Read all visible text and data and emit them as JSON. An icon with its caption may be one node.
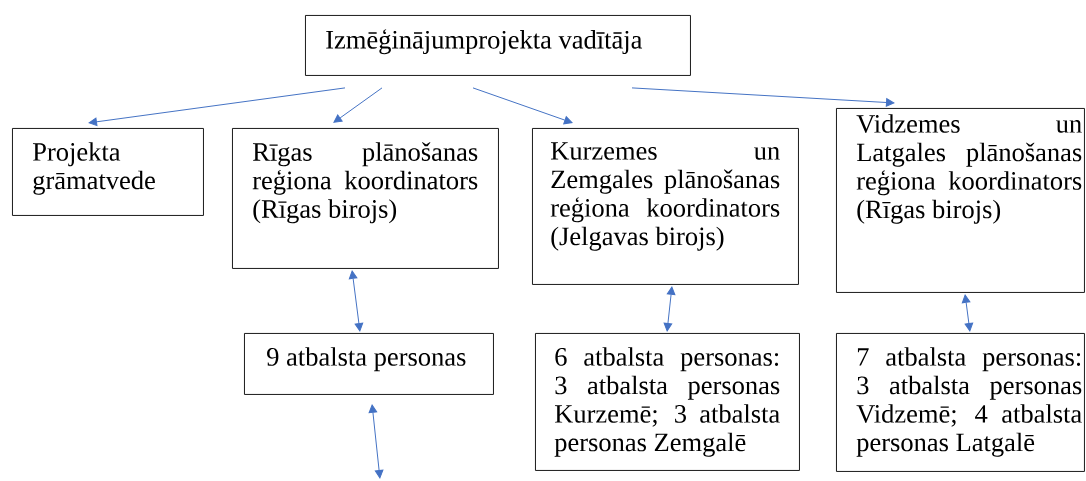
{
  "diagram": {
    "nodes": [
      {
        "text": [
          "Izmēģinājumprojekta vadītāja"
        ]
      },
      {
        "text": [
          "Projekta grāmatvede"
        ]
      },
      {
        "text": [
          "Rīgas plānošanas reģiona koordinators (Rīgas birojs)"
        ]
      },
      {
        "text": [
          "Kurzemes un Zemgales plānošanas reģiona koordinators (Jelgavas birojs)"
        ]
      },
      {
        "text": [
          "Vidzemes un Latgales plānošanas reģiona koordinators (Rīgas birojs)"
        ]
      },
      {
        "text": [
          "9 atbalsta personas"
        ]
      },
      {
        "text": [
          "6 atbalsta personas: 3 atbalsta personas Kurzemē; 3 atbalsta personas Zemgalē"
        ]
      },
      {
        "text": [
          "7 atbalsta personas: 3 atbalsta personas Vidzemē; 4 atbalsta personas Latgalē"
        ]
      }
    ],
    "edges": [
      {
        "from": 0,
        "to": 1,
        "arrow": "to"
      },
      {
        "from": 0,
        "to": 2,
        "arrow": "to"
      },
      {
        "from": 0,
        "to": 3,
        "arrow": "to"
      },
      {
        "from": 0,
        "to": 4,
        "arrow": "to"
      },
      {
        "from": 2,
        "to": 5,
        "arrow": "both"
      },
      {
        "from": 3,
        "to": 6,
        "arrow": "both"
      },
      {
        "from": 4,
        "to": 7,
        "arrow": "both"
      },
      {
        "from": 5,
        "to": null,
        "arrow": "both"
      }
    ]
  }
}
